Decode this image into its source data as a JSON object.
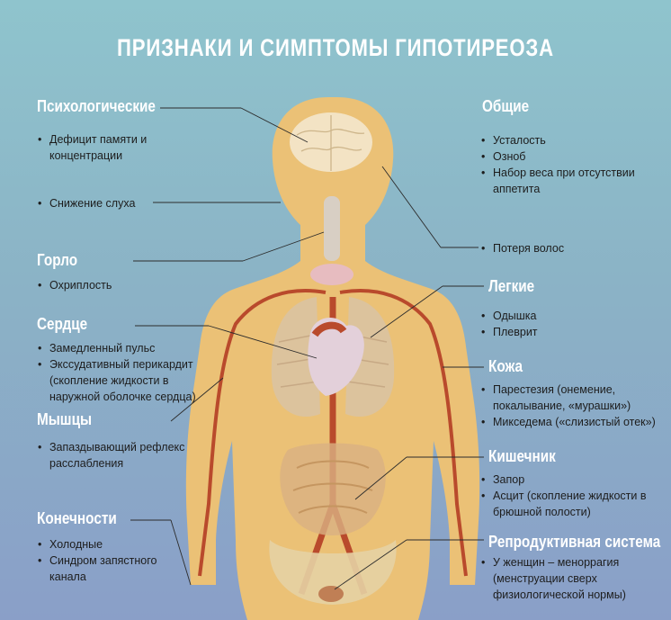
{
  "title": "ПРИЗНАКИ И СИМПТОМЫ ГИПОТИРЕОЗА",
  "sections": {
    "psych": {
      "heading": "Психологические",
      "items": [
        "Дефицит памяти и концентрации",
        "Снижение слуха"
      ]
    },
    "throat": {
      "heading": "Горло",
      "items": [
        "Охриплость"
      ]
    },
    "heart": {
      "heading": "Сердце",
      "items": [
        "Замедленный пульс",
        "Экссудативный перикардит (скопление жидкости в наружной оболочке сердца)"
      ]
    },
    "muscles": {
      "heading": "Мышцы",
      "items": [
        "Запаздывающий рефлекс расслабления"
      ]
    },
    "limbs": {
      "heading": "Конечности",
      "items": [
        "Холодные",
        "Синдром запястного канала"
      ]
    },
    "general": {
      "heading": "Общие",
      "items": [
        "Усталость",
        "Озноб",
        "Набор веса при отсутствии аппетита",
        "Потеря волос"
      ]
    },
    "lungs": {
      "heading": "Легкие",
      "items": [
        "Одышка",
        "Плеврит"
      ]
    },
    "skin": {
      "heading": "Кожа",
      "items": [
        "Парестезия (онемение, покалывание, «мурашки»)",
        "Микседема («слизистый отек»)"
      ]
    },
    "intestine": {
      "heading": "Кишечник",
      "items": [
        "Запор",
        "Асцит (скопление жидкости в брюшной полости)"
      ]
    },
    "repro": {
      "heading": "Репродуктивная система",
      "items": [
        "У женщин – меноррагия (менструации сверх физиологической нормы)"
      ]
    }
  },
  "colors": {
    "background_top": "#8fc4cd",
    "background_bottom": "#8a9fc8",
    "body": "#ebc176",
    "artery": "#b94a2c",
    "heart": "#d9c4d0",
    "text": "#1d1d1d",
    "heading": "#ffffff"
  }
}
